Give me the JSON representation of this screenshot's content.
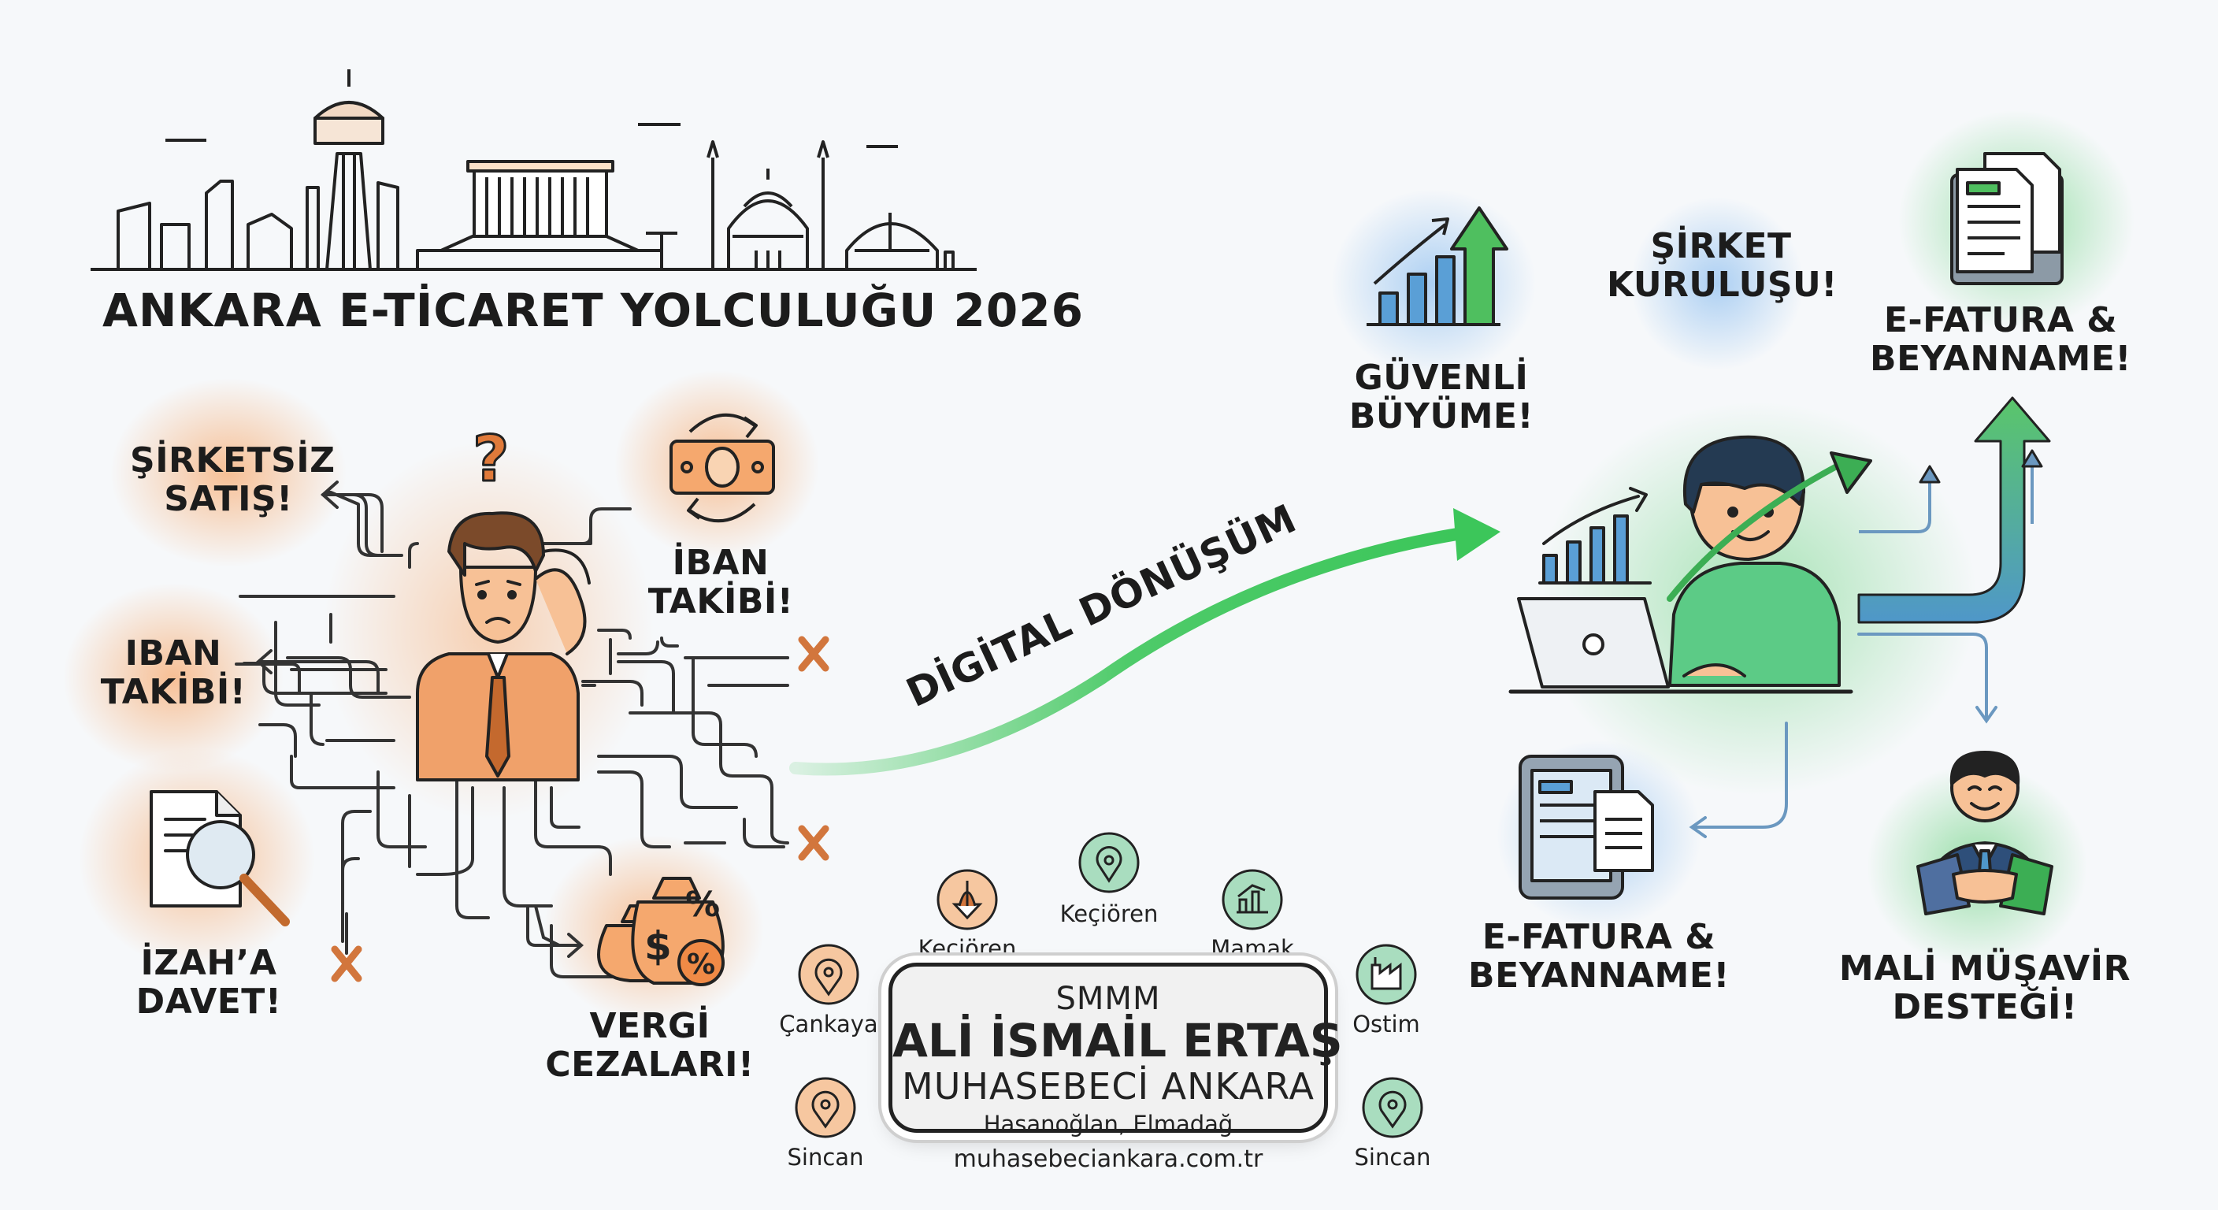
{
  "title": "ANKARA E-TİCARET YOLCULUĞU 2026",
  "left_labels": {
    "sirketsiz": "ŞİRKETSİZ\nSATIŞ!",
    "iban_left": "IBAN\nTAKİBİ!",
    "izah": "İZAH’A\nDAVET!",
    "iban_center": "İBAN\nTAKİBİ!",
    "vergi": "VERGİ\nCEZALARI!"
  },
  "arrow_label": "DİGİTAL DÖNÜŞÜM",
  "right_labels": {
    "guvenli": "GÜVENLİ\nBÜYÜME!",
    "sirket": "ŞİRKET\nKURULUŞU!",
    "efatura_top": "E-FATURA &\nBEYANNAME!",
    "efatura_bottom": "E-FATURA &\nBEYANNAME!",
    "mali": "MALİ MÜŞAVİR\nDESTEĞİ!"
  },
  "locations": {
    "kecioren_1": "Keçiören",
    "kecioren_2": "Keçiören",
    "mamak": "Mamak",
    "cankaya": "Çankaya",
    "ostim": "Ostim",
    "sincan_left": "Sincan",
    "sincan_right": "Sincan"
  },
  "card": {
    "title": "SMMM",
    "name": "ALİ İSMAİL ERTAŞ",
    "subtitle": "MUHASEBECİ ANKARA",
    "address": "Hasanoğlan, Elmadağ",
    "website": "muhasebeciankara.com.tr"
  },
  "colors": {
    "orange_glow": "#f7b98a",
    "green_glow": "#8fdca0",
    "blue_glow": "#a8cdf2",
    "arrow_green": "#3cc65a",
    "line": "#333333",
    "pin_orange": "#f6c7a0",
    "pin_green": "#a9ddbf"
  }
}
